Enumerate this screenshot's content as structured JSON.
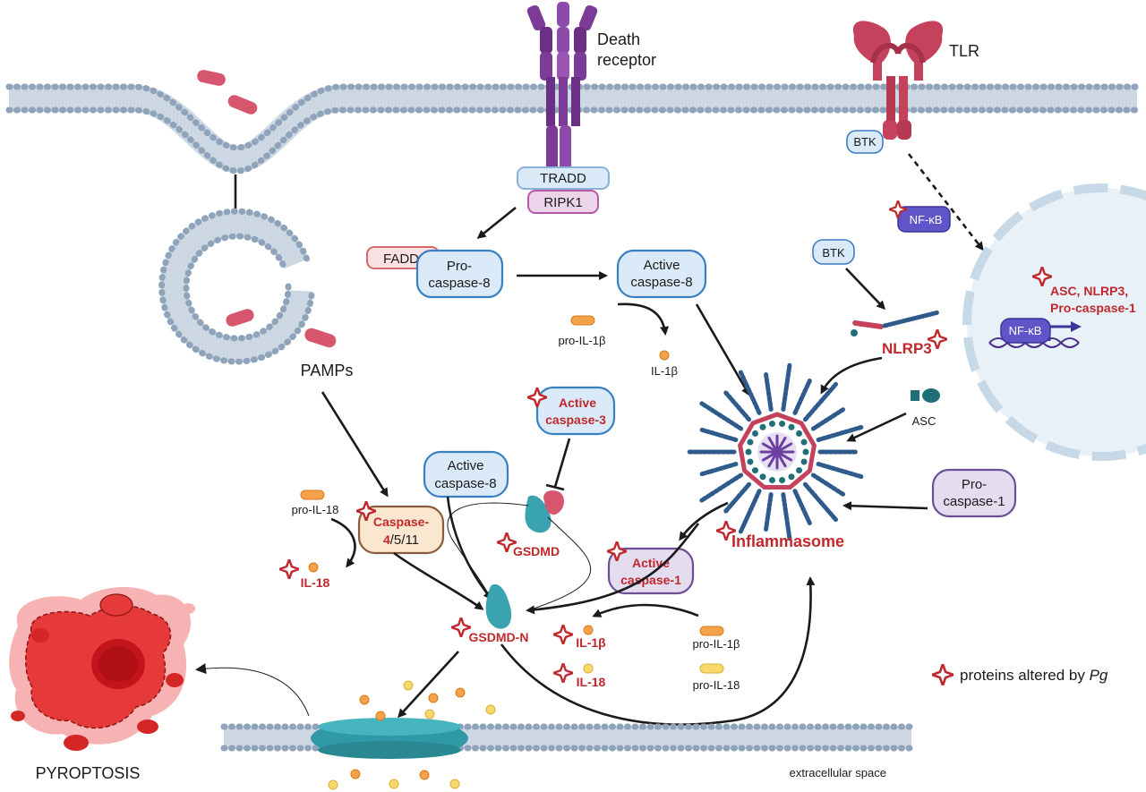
{
  "labels": {
    "death_receptor_1": "Death",
    "death_receptor_2": "receptor",
    "tlr": "TLR",
    "btk_top": "BTK",
    "tradd": "TRADD",
    "ripk1": "RIPK1",
    "nfkb_cyto": "NF-κB",
    "btk_mid": "BTK",
    "fadd": "FADD",
    "pro_caspase8_1": "Pro-",
    "pro_caspase8_2": "caspase-8",
    "active_caspase8_top_1": "Active",
    "active_caspase8_top_2": "caspase-8",
    "nucleus_red_1": "ASC, NLRP3,",
    "nucleus_red_2": "Pro-caspase-1",
    "nfkb_nucleus": "NF-κB",
    "pro_il1b_top": "pro-IL-1β",
    "il1b_top": "IL-1β",
    "nlrp3": "NLRP3",
    "pamps": "PAMPs",
    "active_caspase3_1": "Active",
    "active_caspase3_2": "caspase-3",
    "asc": "ASC",
    "active_caspase8_mid_1": "Active",
    "active_caspase8_mid_2": "caspase-8",
    "pro_caspase1_1": "Pro-",
    "pro_caspase1_2": "caspase-1",
    "pro_il18_left": "pro-IL-18",
    "caspase4_red": "Caspase-",
    "caspase4_num_red": "4",
    "caspase4_rest": "/5/11",
    "gsdmd": "GSDMD",
    "inflammasome": "Inflammasome",
    "il18_left": "IL-18",
    "active_caspase1_1": "Active",
    "active_caspase1_2": "caspase-1",
    "gsdmd_n": "GSDMD-N",
    "il1b_bottom": "IL-1β",
    "pro_il1b_bottom": "pro-IL-1β",
    "il18_bottom": "IL-18",
    "pro_il18_bottom": "pro-IL-18",
    "legend_text": "proteins altered by ",
    "legend_italic": "Pg",
    "pyroptosis": "PYROPTOSIS",
    "extracellular": "extracellular space"
  },
  "colors": {
    "membrane": "#a8b9cc",
    "membrane_head": "#8fa4bb",
    "bacteria": "#d6566e",
    "receptor_purple": "#7b3b96",
    "tlr_red": "#c4425c",
    "box_blue_fill": "#dbeaf8",
    "box_blue_stroke": "#3a7fc1",
    "box_purple_fill": "#e4dcef",
    "box_purple_stroke": "#6d4f96",
    "accent_red": "#c0282d",
    "nfkb_fill": "#5f55c8",
    "gsdmd_teal": "#3aa3b0",
    "cell_red": "#e63a3a"
  }
}
